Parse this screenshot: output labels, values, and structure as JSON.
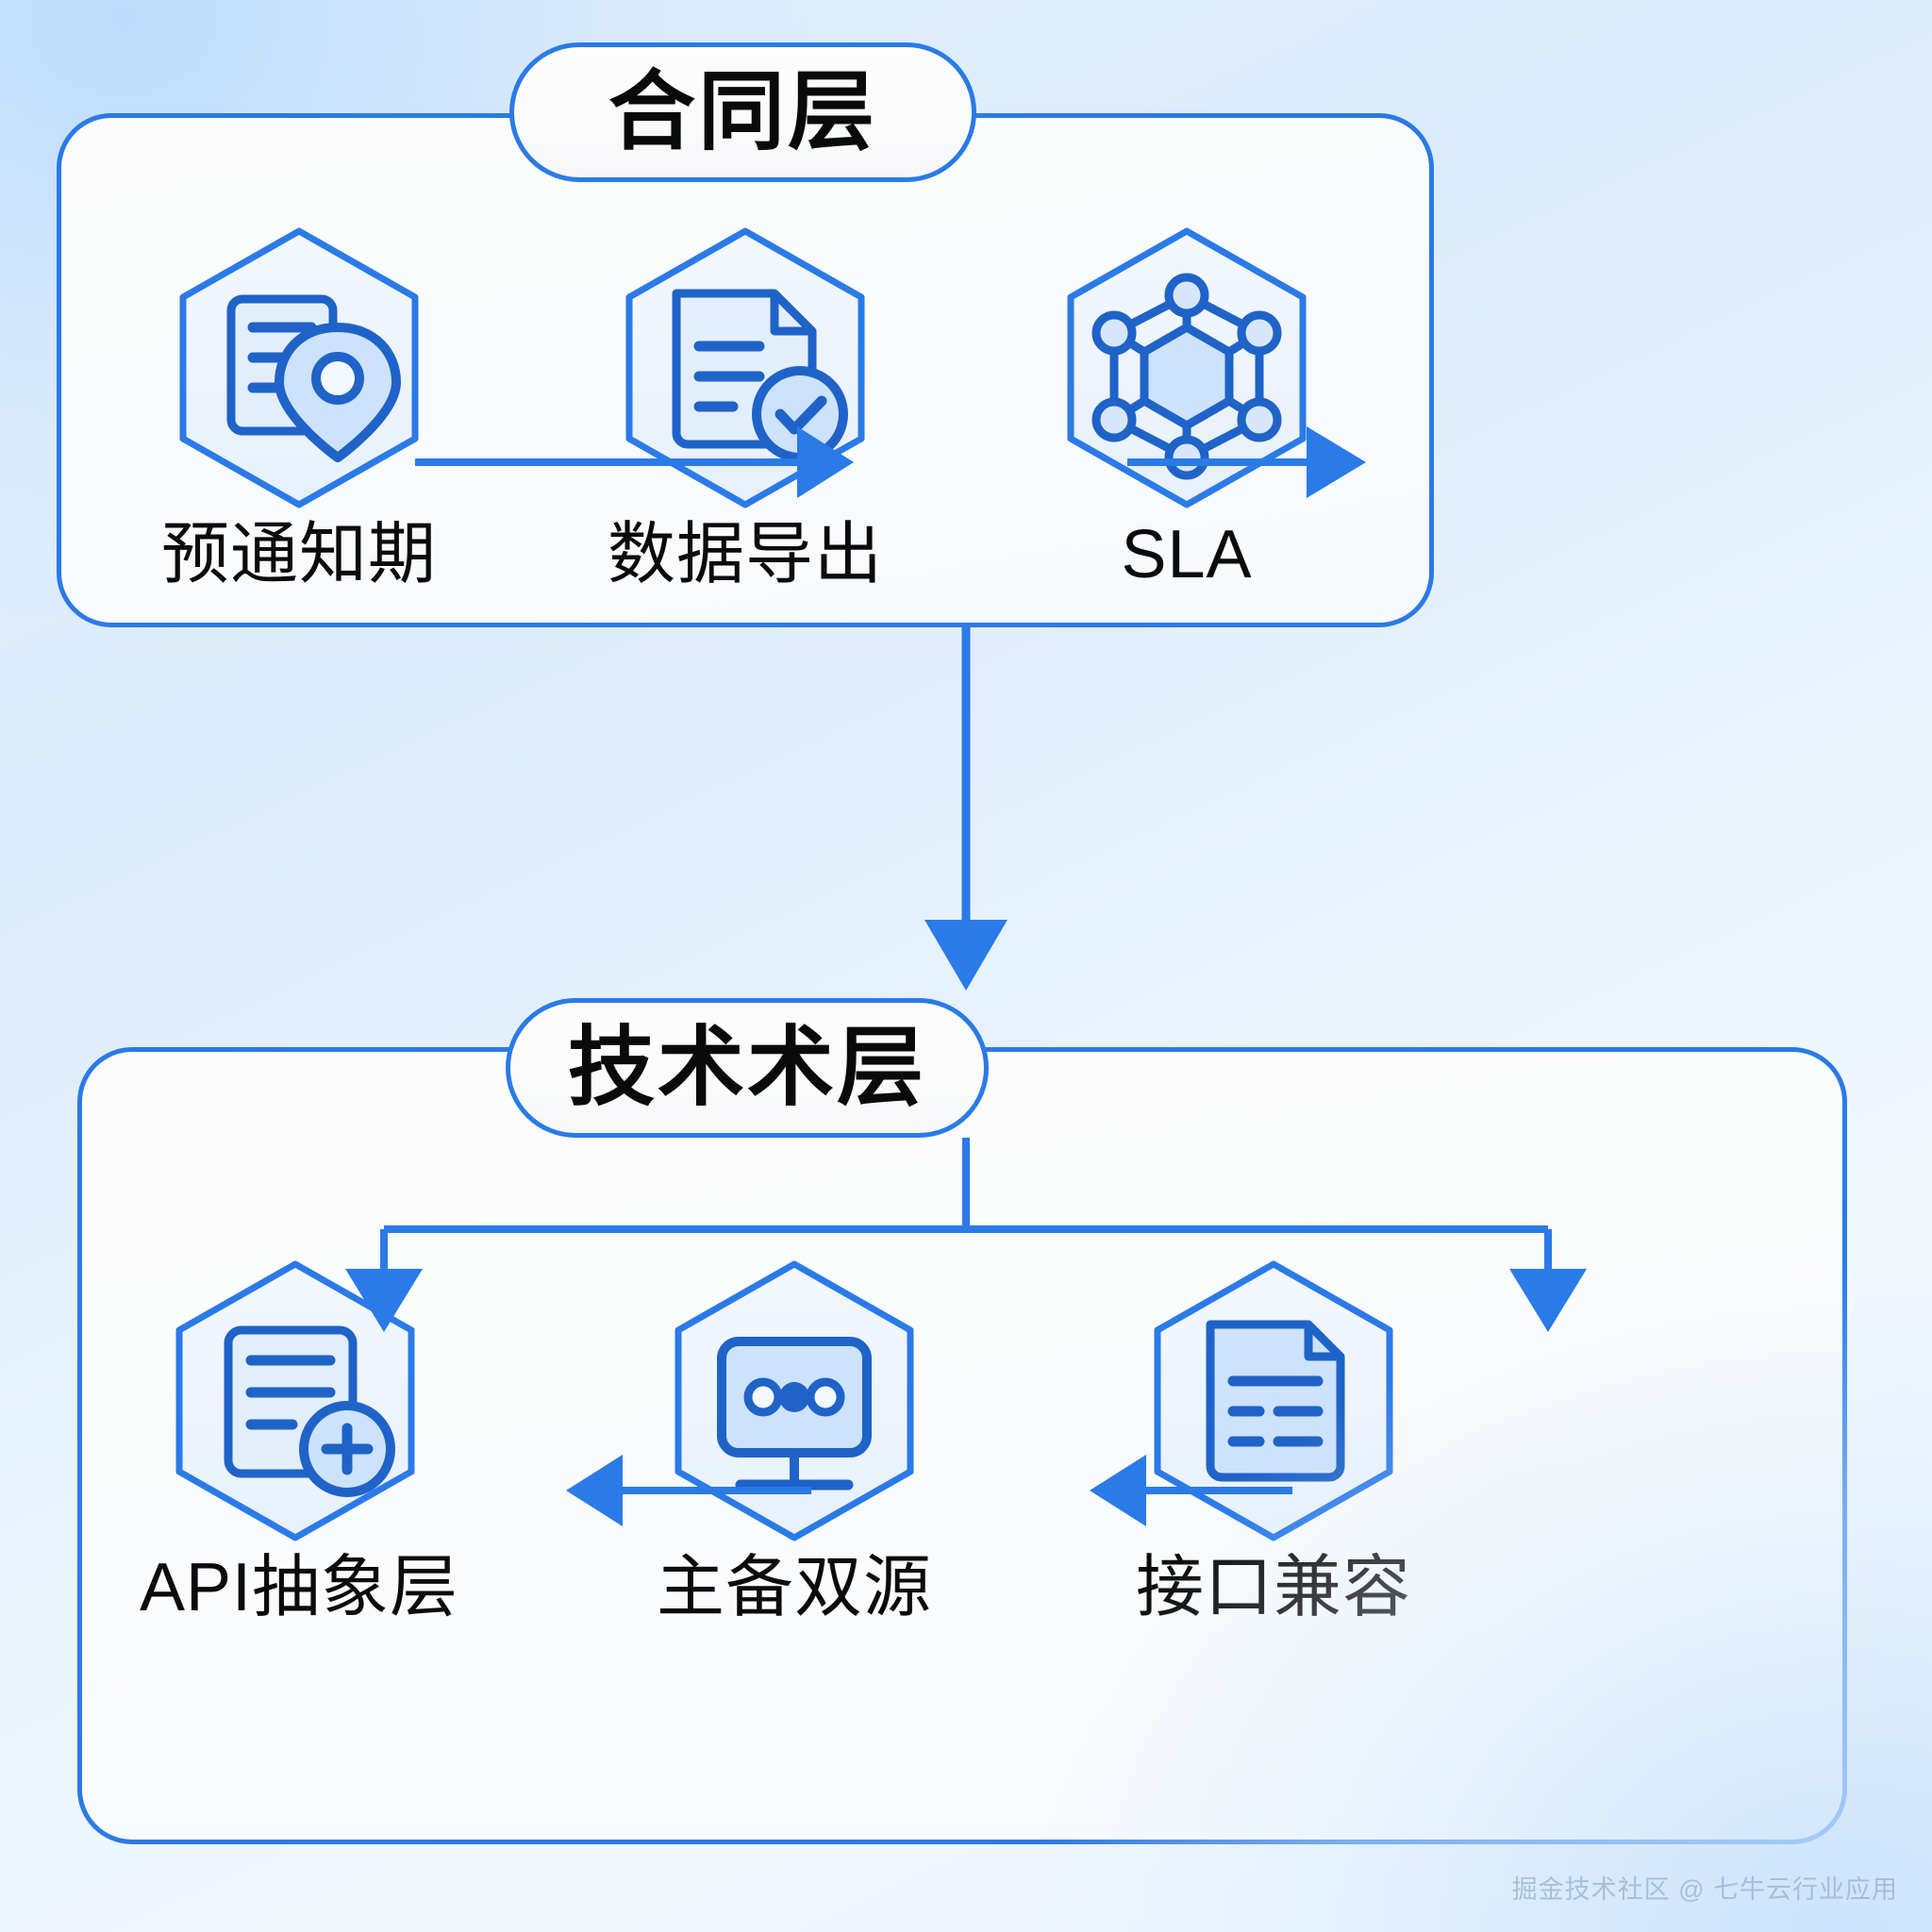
{
  "diagram": {
    "watermark": "掘金技术社区 @ 七牛云行业应用",
    "accent_color": "#2a7ae8",
    "icon_fill_color": "#cfe4fb",
    "text_color": "#0a0a0a",
    "background_color": "#e2f0fd"
  },
  "layers": [
    {
      "id": "contract",
      "title": "合同层",
      "nodes": [
        {
          "id": "notice",
          "label": "预通知期",
          "icon": "document-location-pin-icon"
        },
        {
          "id": "export",
          "label": "数据导出",
          "icon": "document-check-icon"
        },
        {
          "id": "sla",
          "label": "SLA",
          "icon": "network-graph-icon"
        }
      ]
    },
    {
      "id": "tech",
      "title": "技术术层",
      "nodes": [
        {
          "id": "api",
          "label": "API抽象层",
          "icon": "document-plus-icon"
        },
        {
          "id": "dual",
          "label": "主备双源",
          "icon": "monitor-server-icon"
        },
        {
          "id": "compat",
          "label": "接口兼容",
          "icon": "document-table-icon"
        }
      ]
    }
  ],
  "connections": [
    {
      "from": "notice",
      "to": "export",
      "direction": "right"
    },
    {
      "from": "export",
      "to": "sla",
      "direction": "right"
    },
    {
      "from": "contract",
      "to": "tech",
      "direction": "down"
    },
    {
      "from": "tech",
      "to": "api",
      "direction": "down-left"
    },
    {
      "from": "tech",
      "to": "compat",
      "direction": "down-right"
    },
    {
      "from": "dual",
      "to": "api",
      "direction": "left"
    },
    {
      "from": "compat",
      "to": "dual",
      "direction": "left"
    }
  ]
}
